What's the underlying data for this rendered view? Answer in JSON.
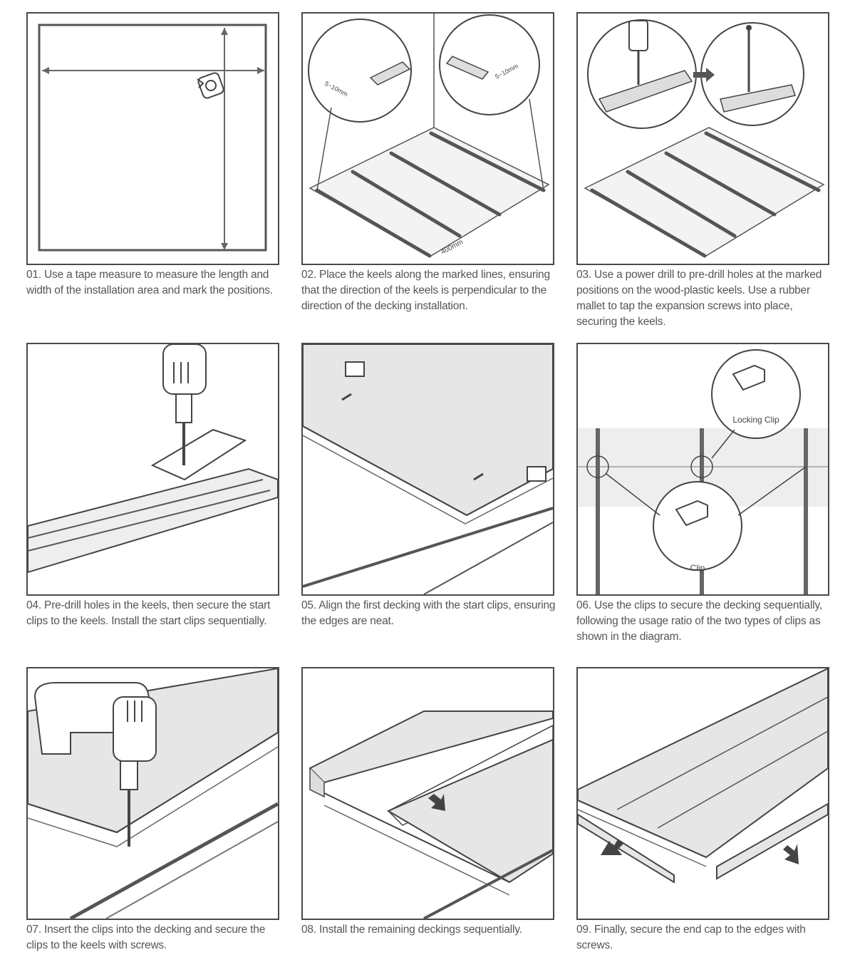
{
  "steps": [
    {
      "caption": "01. Use a tape measure to measure the length and width of the installation area and mark the positions."
    },
    {
      "caption": "02. Place the keels along the marked lines, ensuring that the direction of the keels is perpendicular to the direction of the decking installation.",
      "labels": {
        "gap_left": "5~10mm",
        "gap_right": "5~10mm",
        "spacing": "400mm"
      }
    },
    {
      "caption": "03. Use a power drill to pre-drill holes at the marked positions on the wood-plastic keels. Use a rubber mallet to tap the expansion screws into place, securing the keels."
    },
    {
      "caption": "04. Pre-drill holes in the keels, then secure the start clips to the keels. Install the start clips sequentially."
    },
    {
      "caption": "05. Align the first decking with the start clips, ensuring the edges are neat."
    },
    {
      "caption": "06. Use the clips to secure the decking sequentially, following the usage ratio of the two types of clips as shown in the diagram.",
      "labels": {
        "locking_clip": "Locking Clip",
        "clip": "Clip"
      }
    },
    {
      "caption": "07. Insert the clips into the decking and secure the clips to the keels with screws."
    },
    {
      "caption": "08. Install the remaining deckings sequentially."
    },
    {
      "caption": "09. Finally, secure the end cap to the edges with screws."
    }
  ]
}
